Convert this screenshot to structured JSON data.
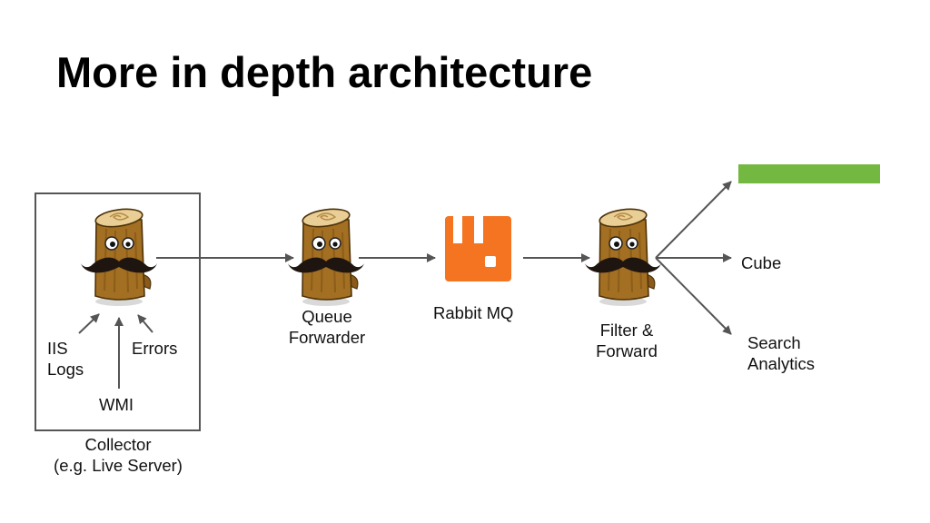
{
  "slide": {
    "title": "More in depth architecture"
  },
  "collector": {
    "inputs": {
      "iis_logs": [
        "IIS",
        "Logs"
      ],
      "errors": "Errors",
      "wmi": "WMI"
    },
    "caption": [
      "Collector",
      "(e.g. Live Server)"
    ]
  },
  "queue_forwarder": {
    "label": [
      "Queue",
      "Forwarder"
    ]
  },
  "rabbit_mq": {
    "label": "Rabbit MQ",
    "logo_color": "#f47421"
  },
  "filter_forward": {
    "label": [
      "Filter &",
      "Forward"
    ]
  },
  "outputs": {
    "top_bar_color": "#73b841",
    "cube": "Cube",
    "search_analytics": [
      "Search",
      "Analytics"
    ]
  },
  "icons": {
    "mascot": "log-with-mustache-icon",
    "rabbitmq": "rabbitmq-logo-icon"
  }
}
